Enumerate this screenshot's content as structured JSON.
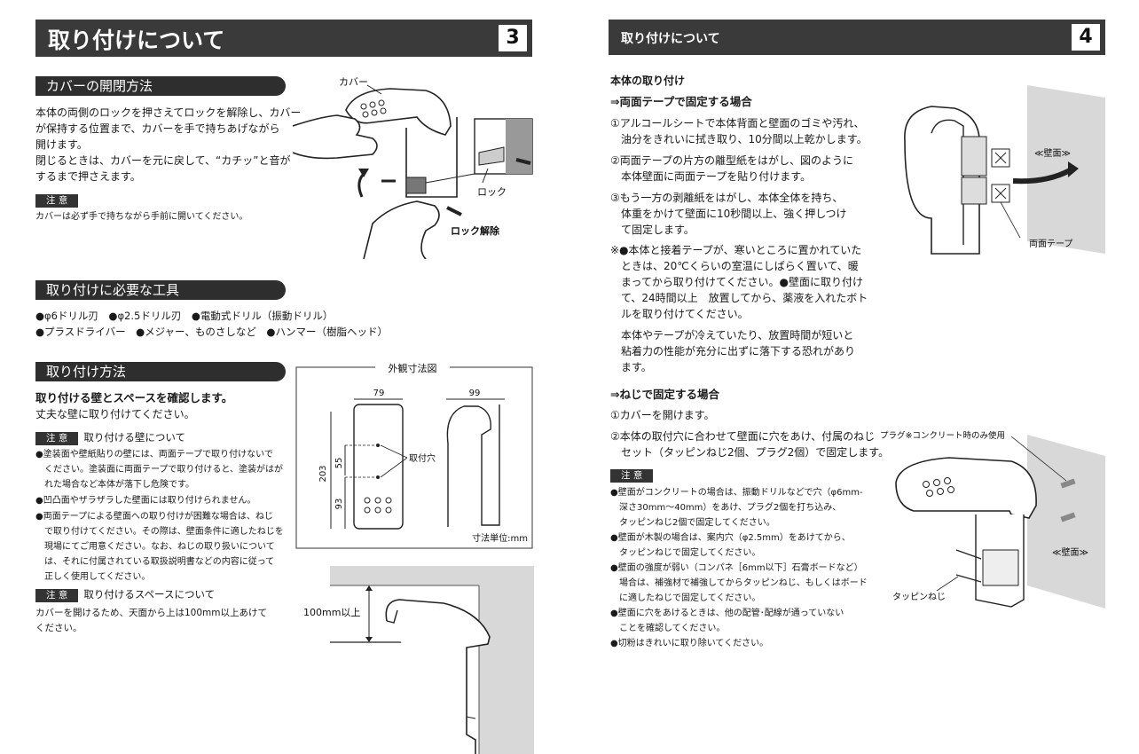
{
  "left": {
    "title": "取り付けについて",
    "page_num": "3",
    "cover": {
      "heading": "カバーの開閉方法",
      "lines": [
        "本体の両側のロックを押さえてロックを解除し、カバー",
        "が保持する位置まで、カバーを手で持ちあげながら",
        "開けます。",
        "閉じるときは、カバーを元に戻して、“カチッ”と音が",
        "するまで押さえます。"
      ],
      "caution_tag": "注 意",
      "caution_text": "カバーは必ず手で持ちながら手前に開いてください。",
      "fig_cover": "カバー",
      "fig_lock": "ロック",
      "fig_unlock": "ロック解除"
    },
    "tools": {
      "heading": "取り付けに必要な工具",
      "line1": "●φ6ドリル刃　●φ2.5ドリル刃　●電動式ドリル（振動ドリル）",
      "line2": "●プラスドライバー　●メジャー、ものさしなど　●ハンマー（樹脂ヘッド）"
    },
    "method": {
      "heading": "取り付け方法",
      "check_bold": "取り付ける壁とスペースを確認します。",
      "check_sub": "丈夫な壁に取り付けてください。",
      "caution1_tag": "注 意",
      "caution1_title": "取り付ける壁について",
      "caution1_lines": [
        "●塗装面や壁紙貼りの壁には、両面テープで取り付けないで",
        "　ください。塗装面に両面テープで取り付けると、塗装がはが",
        "　れた場合など本体が落下し危険です。",
        "●凹凸面やザラザラした壁面には取り付けられません。",
        "●両面テープによる壁面への取り付けが困難な場合は、ねじ",
        "　で取り付けてください。その際は、壁面条件に適したねじを",
        "　現場にてご用意ください。なお、ねじの取り扱いについて",
        "　は、それに付属されている取扱説明書などの内容に従って",
        "　正しく使用してください。"
      ],
      "caution2_tag": "注 意",
      "caution2_title": "取り付けるスペースについて",
      "caution2_lines": [
        "カバーを開けるため、天面から上は100mm以上あけて",
        "ください。"
      ]
    },
    "dims": {
      "title": "外観寸法図",
      "w79": "79",
      "w99": "99",
      "h203": "203",
      "h55": "55",
      "h93": "93",
      "hole": "取付穴",
      "unit": "寸法単位:mm"
    },
    "space_label": "100mm以上"
  },
  "right": {
    "title": "取り付けについて",
    "page_num": "4",
    "sub_heading": "本体の取り付け",
    "tape_heading": "⇒両面テープで固定する場合",
    "tape_lines": [
      "①アルコールシートで本体背面と壁面のゴミや汚れ、",
      "　油分をきれいに拭き取り、10分間以上乾かします。",
      "②両面テープの片方の離型紙をはがし、図のように",
      "　本体壁面に両面テープを貼り付けます。",
      "③もう一方の剥離紙をはがし、本体全体を持ち、",
      "　体重をかけて壁面に10秒間以上、強く押しつけ",
      "　て固定します。"
    ],
    "note_lines": [
      "※●本体と接着テープが、寒いところに置かれていた",
      "　ときは、20℃くらいの室温にしばらく置いて、暖",
      "　まってから取り付けてください。●壁面に取り付け",
      "　て、24時間以上　放置してから、薬液を入れたボト",
      "　ルを取り付けてください。"
    ],
    "note2_lines": [
      "　本体やテープが冷えていたり、放置時間が短いと",
      "　粘着力の性能が充分に出ずに落下する恐れがあり",
      "　ます。"
    ],
    "screw_heading": "⇒ねじで固定する場合",
    "screw_lines": [
      "①カバーを開けます。",
      "②本体の取付穴に合わせて壁面に穴をあけ、付属のねじ",
      "　セット（タッピンねじ2個、プラグ2個）で固定します。"
    ],
    "caution_tag": "注 意",
    "caution_lines": [
      "●壁面がコンクリートの場合は、振動ドリルなどで穴（φ6mm-",
      "　深さ30mm〜40mm）をあけ、プラグ2個を打ち込み、",
      "　タッピンねじ2個で固定してください。",
      "●壁面が木製の場合は、案内穴（φ2.5mm）をあけてから、",
      "　タッピンねじで固定してください。",
      "●壁面の強度が弱い（コンパネ［6mm以下］石膏ボードなど）",
      "　場合は、補強材で補強してからタッピンねじ、もしくはボード",
      "　に適したねじで固定してください。",
      "●壁面に穴をあけるときは、他の配管･配線が通っていない",
      "　ことを確認してください。",
      "●切粉はきれいに取り除いてください。"
    ],
    "fig_wall_top": "≪壁面≫",
    "fig_tape": "両面テープ",
    "fig_plug": "プラグ※コンクリート時のみ使用",
    "fig_wall_bottom": "≪壁面≫",
    "fig_screw": "タッピンねじ"
  }
}
